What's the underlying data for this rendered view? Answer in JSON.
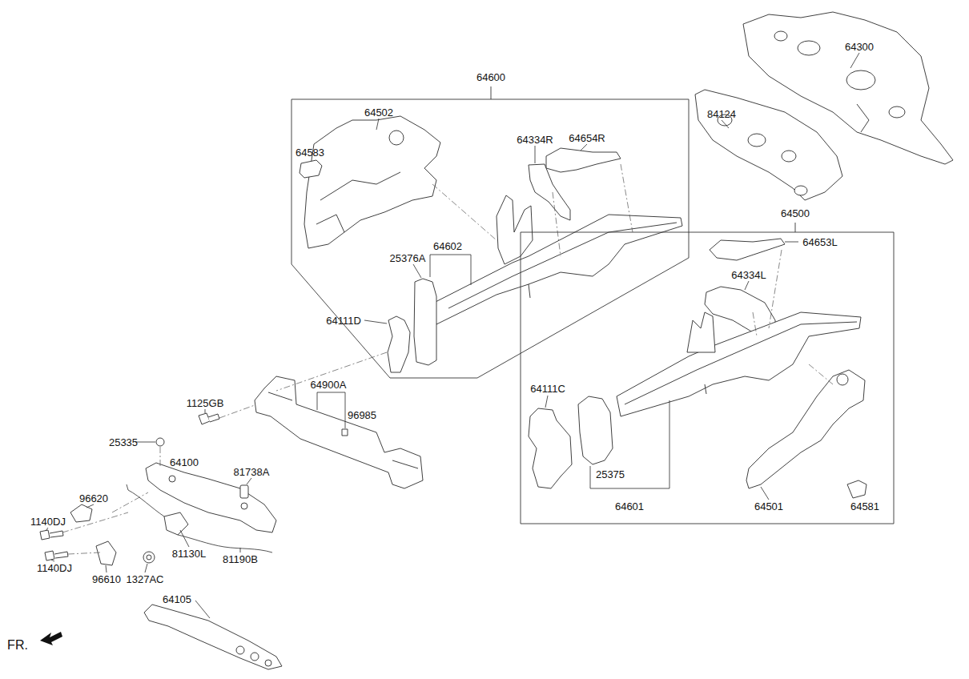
{
  "diagram": {
    "nodes": [
      {
        "text": [
          "64600"
        ]
      },
      {
        "text": [
          "64500"
        ]
      }
    ],
    "labels": [
      "64502",
      "64583",
      "64334R",
      "64654R",
      "64602",
      "25376A",
      "64111D",
      "64300",
      "84124",
      "64653L",
      "64334L",
      "64111C",
      "25375",
      "64601",
      "64501",
      "64581",
      "64900A",
      "96985",
      "1125GB",
      "25335",
      "64100",
      "81738A",
      "96620",
      "1140DJ",
      "1140DJ",
      "96610",
      "1327AC",
      "81130L",
      "81190B",
      "64105",
      "FR."
    ]
  }
}
